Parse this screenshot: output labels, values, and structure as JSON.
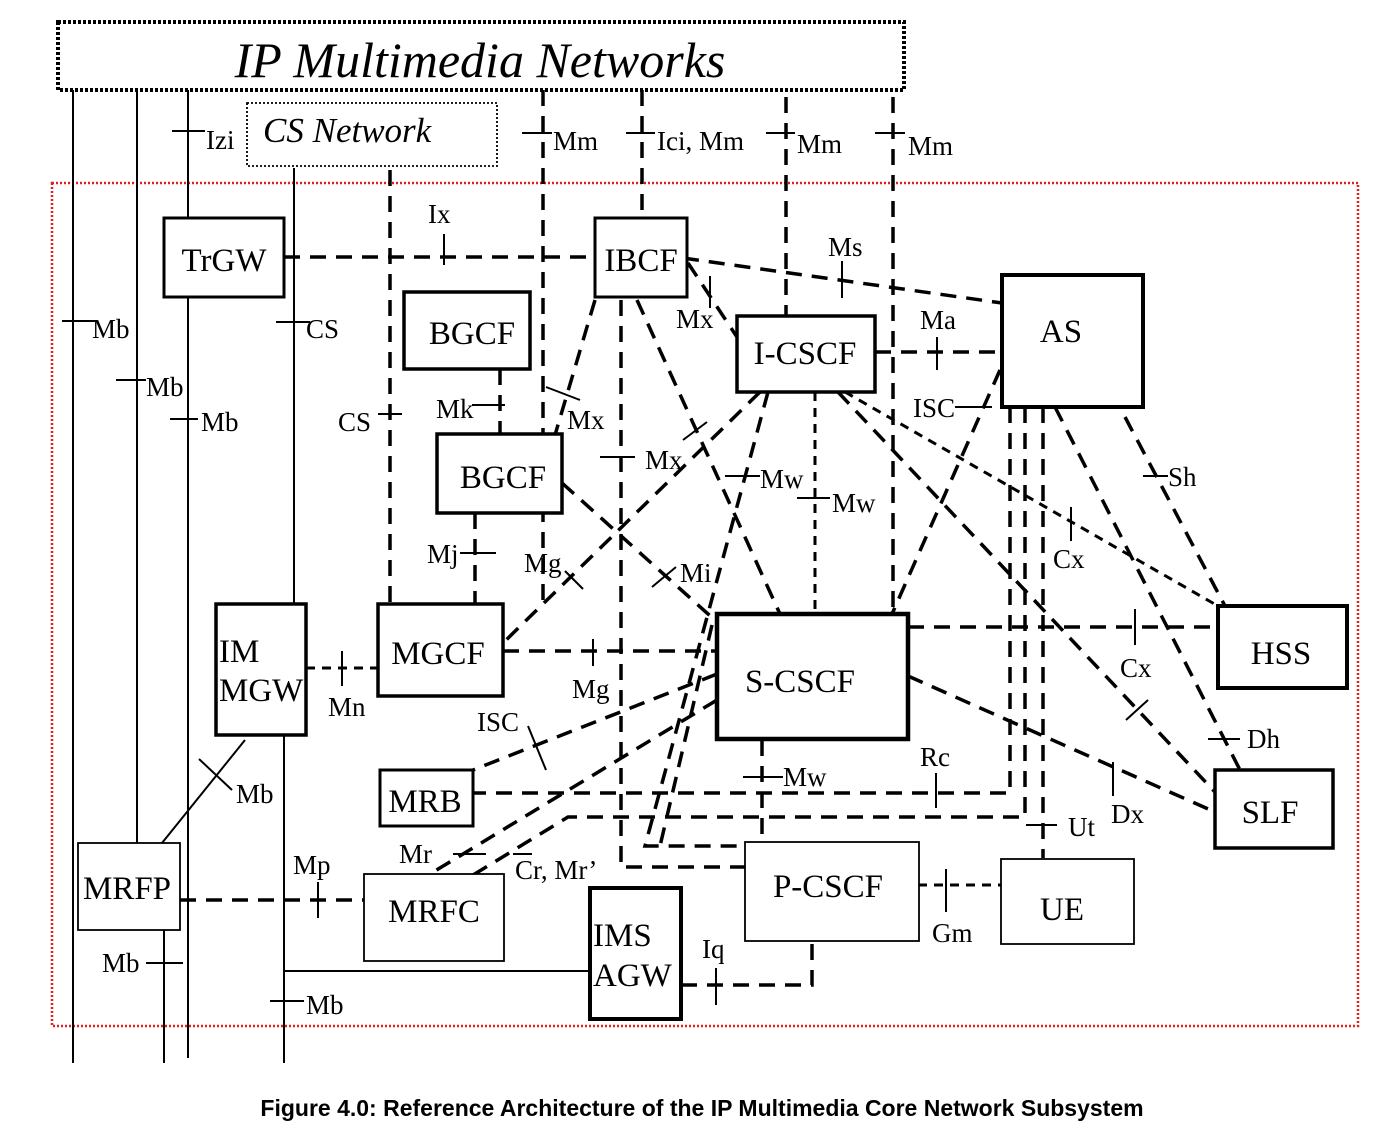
{
  "header": {
    "title": "IP Multimedia Networks",
    "cs_network": "CS Network"
  },
  "boundary": {
    "color": "#e02020"
  },
  "nodes": {
    "trgw": "TrGW",
    "ibcf": "IBCF",
    "bgcf_top": "BGCF",
    "bgcf_bottom": "BGCF",
    "icscf": "I-CSCF",
    "as": "AS",
    "im_mgw_line1": "IM",
    "im_mgw_line2": "MGW",
    "mgcf": "MGCF",
    "scscf": "S-CSCF",
    "hss": "HSS",
    "mrb": "MRB",
    "slf": "SLF",
    "mrfp": "MRFP",
    "mrfc": "MRFC",
    "ims_agw_line1": "IMS",
    "ims_agw_line2": "AGW",
    "pcscf": "P-CSCF",
    "ue": "UE"
  },
  "interfaces": {
    "izi": "Izi",
    "mm1": "Mm",
    "ici_mm": "Ici, Mm",
    "mm2": "Mm",
    "mm3": "Mm",
    "ix": "Ix",
    "ms": "Ms",
    "mb1": "Mb",
    "cs1": "CS",
    "mx_ibcf_icscf": "Mx",
    "ma": "Ma",
    "mb2": "Mb",
    "mb3": "Mb",
    "cs2": "CS",
    "mk": "Mk",
    "mx_bgcf": "Mx",
    "isc_as": "ISC",
    "mx_ibcf_scscf": "Mx",
    "mw1": "Mw",
    "sh": "Sh",
    "mw2": "Mw",
    "cx1": "Cx",
    "mj": "Mj",
    "mg1": "Mg",
    "mi": "Mi",
    "cx2": "Cx",
    "mn": "Mn",
    "mg2": "Mg",
    "isc_mrb": "ISC",
    "dh": "Dh",
    "rc": "Rc",
    "mw3": "Mw",
    "mb4": "Mb",
    "dx": "Dx",
    "ut": "Ut",
    "mr": "Mr",
    "cr_mr": "Cr, Mr’",
    "mp": "Mp",
    "gm": "Gm",
    "iq": "Iq",
    "mb5": "Mb",
    "mb6": "Mb"
  },
  "caption": "Figure 4.0: Reference Architecture of the IP Multimedia Core Network Subsystem"
}
